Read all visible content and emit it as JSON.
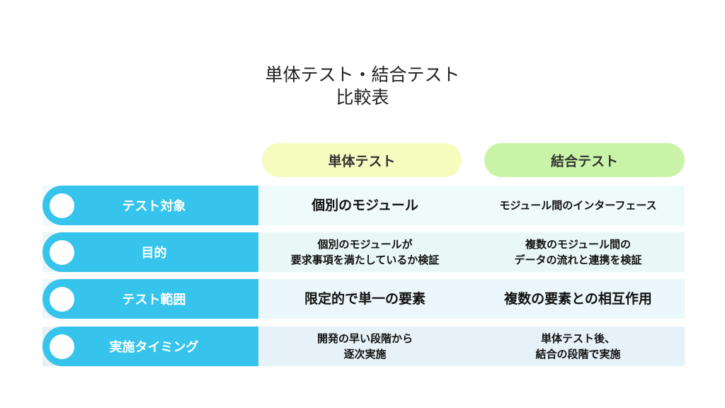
{
  "title": {
    "line1": "単体テスト・結合テスト",
    "line2": "比較表"
  },
  "headers": [
    "単体テスト",
    "結合テスト"
  ],
  "rows": [
    {
      "label": "テスト対象",
      "unit": "個別のモジュール",
      "integration": "モジュール間のインターフェース"
    },
    {
      "label": "目的",
      "unit": "個別のモジュールが\n要求事項を満たしているか検証",
      "integration": "複数のモジュール間の\nデータの流れと連携を検証"
    },
    {
      "label": "テスト範囲",
      "unit": "限定的で単一の要素",
      "integration": "複数の要素との相互作用"
    },
    {
      "label": "実施タイミング",
      "unit": "開発の早い段階から\n逐次実施",
      "integration": "単体テスト後、\n結合の段階で実施"
    }
  ],
  "colors": {
    "label_bg": "#36c4ec",
    "unit_header": "#f6fbc0",
    "integration_header": "#c9f4a8"
  }
}
